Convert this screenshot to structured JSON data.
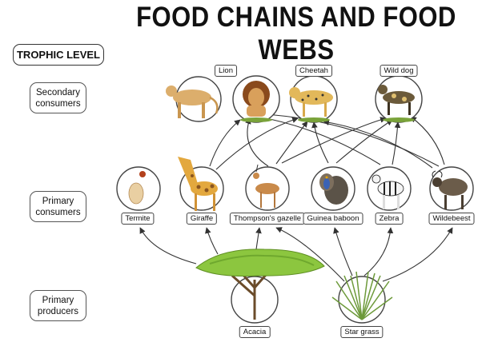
{
  "title": "FOOD CHAINS AND FOOD WEBS",
  "trophic_header": "TROPHIC LEVEL",
  "levels": {
    "secondary": [
      "Secondary",
      "consumers"
    ],
    "primary": [
      "Primary",
      "consumers"
    ],
    "producers": [
      "Primary",
      "producers"
    ]
  },
  "organisms": {
    "lion": "Lion",
    "cheetah": "Cheetah",
    "wild_dog": "Wild dog",
    "termite": "Termite",
    "giraffe": "Giraffe",
    "gazelle": "Thompson's gazelle",
    "baboon": "Guinea baboon",
    "zebra": "Zebra",
    "wildebeest": "Wildebeest",
    "acacia": "Acacia",
    "star_grass": "Star grass"
  },
  "colors": {
    "arrow": "#333333",
    "outline": "#444444"
  }
}
